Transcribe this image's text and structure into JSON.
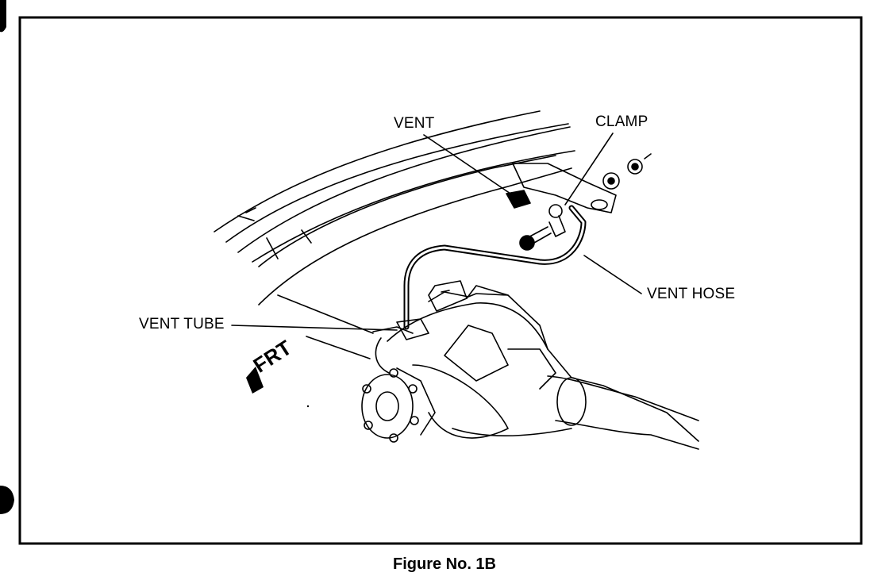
{
  "labels": {
    "vent": "VENT",
    "clamp": "CLAMP",
    "vent_hose": "VENT HOSE",
    "vent_tube": "VENT TUBE",
    "front_indicator": "FRT"
  },
  "caption": "Figure No. 1B"
}
